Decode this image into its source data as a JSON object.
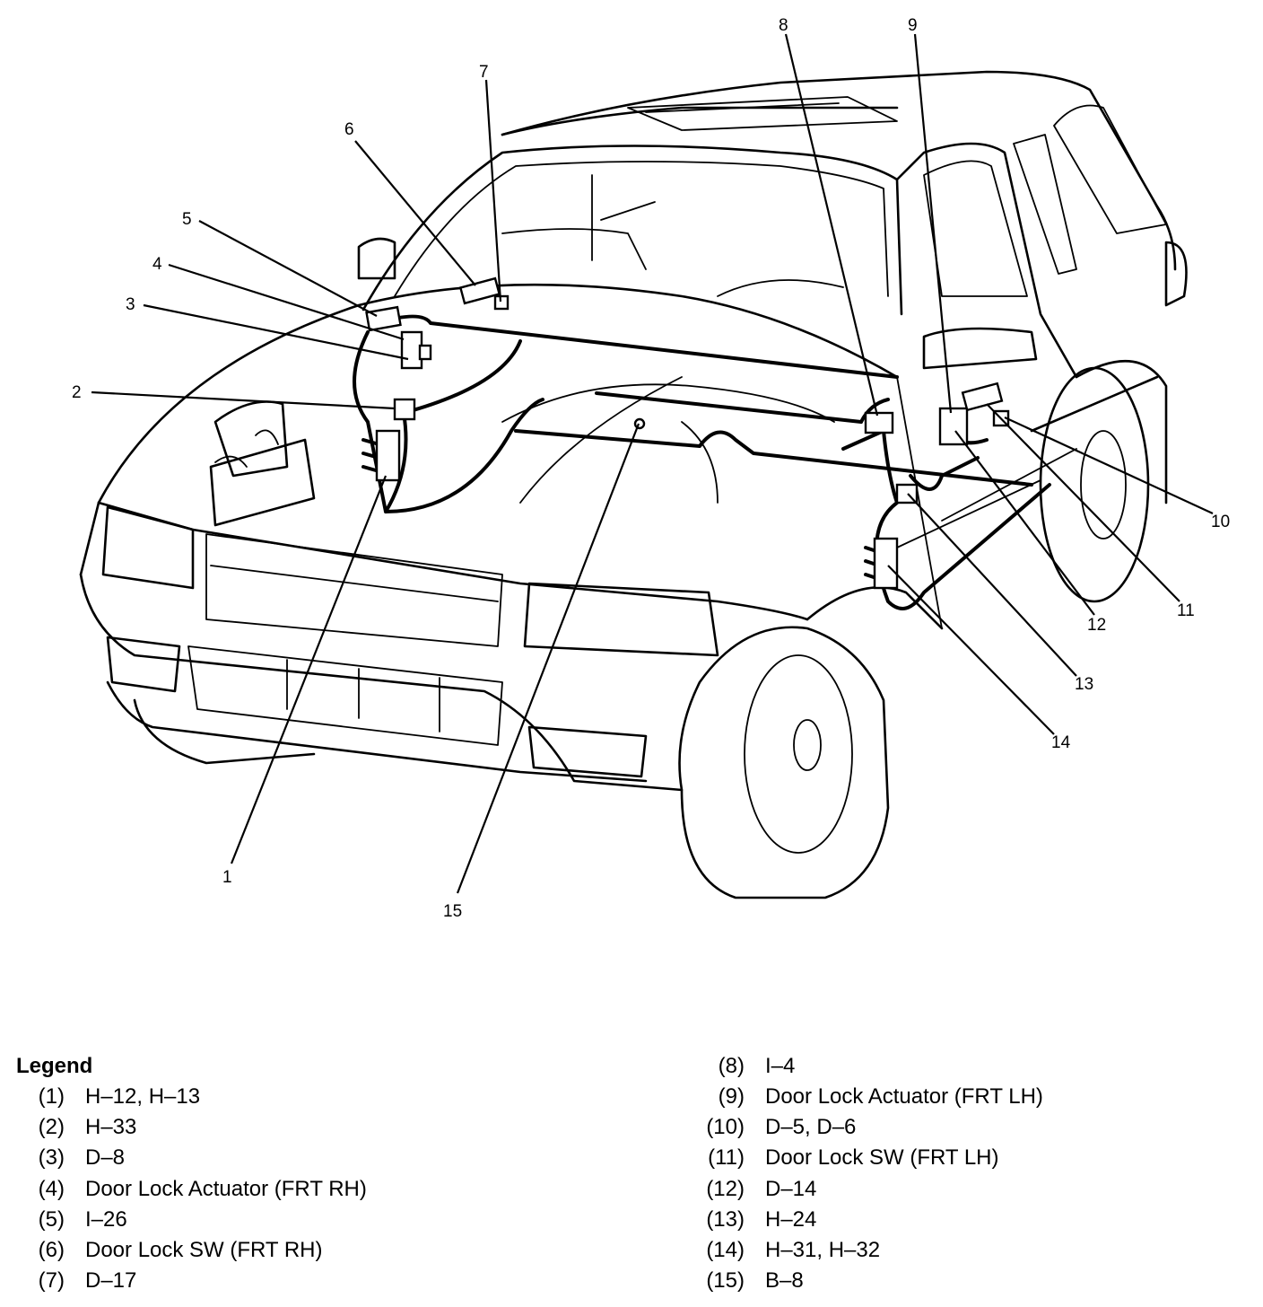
{
  "callouts": [
    "1",
    "2",
    "3",
    "4",
    "5",
    "6",
    "7",
    "8",
    "9",
    "10",
    "11",
    "12",
    "13",
    "14",
    "15"
  ],
  "legend": {
    "title": "Legend",
    "items": [
      {
        "num": "(1)",
        "text": "H–12, H–13"
      },
      {
        "num": "(2)",
        "text": "H–33"
      },
      {
        "num": "(3)",
        "text": "D–8"
      },
      {
        "num": "(4)",
        "text": "Door Lock Actuator (FRT RH)"
      },
      {
        "num": "(5)",
        "text": "I–26"
      },
      {
        "num": "(6)",
        "text": "Door Lock SW (FRT RH)"
      },
      {
        "num": "(7)",
        "text": "D–17"
      },
      {
        "num": "(8)",
        "text": "I–4"
      },
      {
        "num": "(9)",
        "text": "Door Lock Actuator (FRT LH)"
      },
      {
        "num": "(10)",
        "text": "D–5, D–6"
      },
      {
        "num": "(11)",
        "text": "Door Lock SW (FRT LH)"
      },
      {
        "num": "(12)",
        "text": "D–14"
      },
      {
        "num": "(13)",
        "text": "H–24"
      },
      {
        "num": "(14)",
        "text": "H–31, H–32"
      },
      {
        "num": "(15)",
        "text": "B–8"
      }
    ]
  }
}
